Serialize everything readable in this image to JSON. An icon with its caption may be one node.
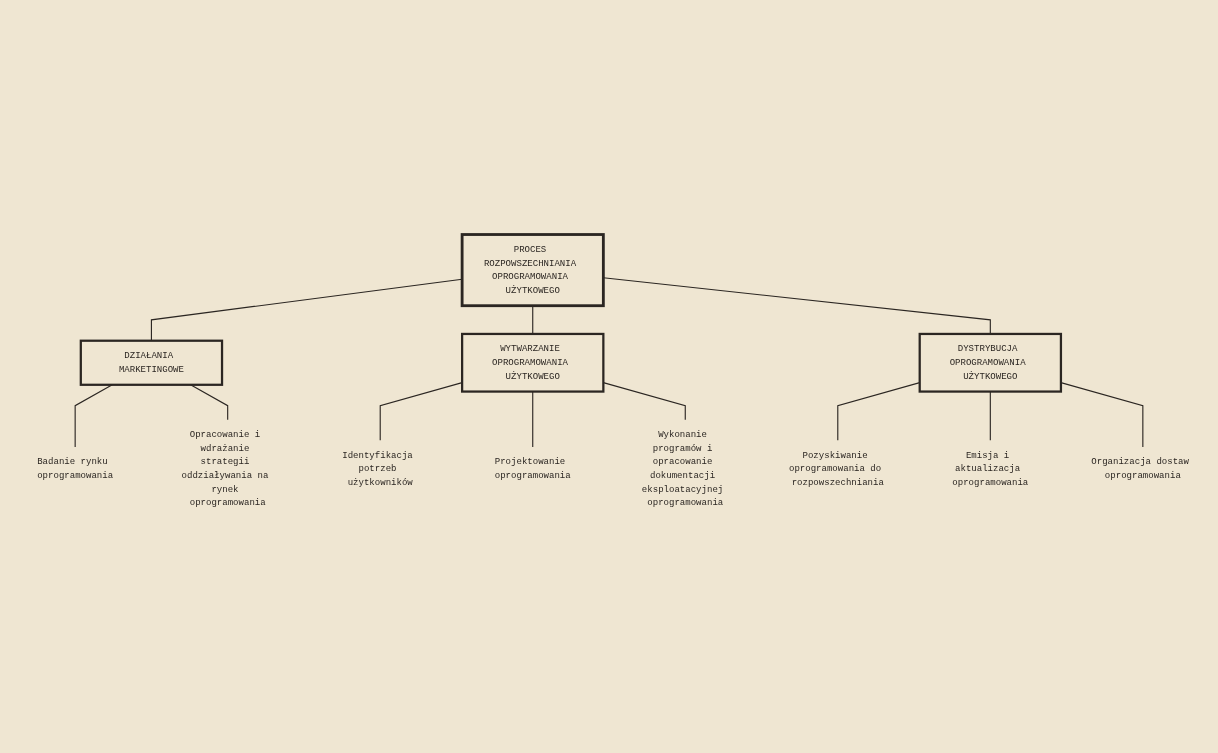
{
  "diagram": {
    "nodes": [
      {
        "text": [
          "PROCES ROZPOWSZECHNIANIA OPROGRAMOWANIA UŻYTKOWEGO"
        ]
      },
      {
        "text": [
          "DZIAŁANIA MARKETINGOWE"
        ]
      },
      {
        "text": [
          "WYTWARZANIE OPROGRAMOWANIA UŻYTKOWEGO"
        ]
      },
      {
        "text": [
          "DYSTRYBUCJA OPROGRAMOWANIA UŻYTKOWEGO"
        ]
      },
      {
        "text": [
          "Badanie rynku oprogramowania"
        ]
      },
      {
        "text": [
          "Opracowanie i wdrażanie strategii oddziaływania na rynek oprogramowania"
        ]
      },
      {
        "text": [
          "Identyfikacja potrzeb użytkowników"
        ]
      },
      {
        "text": [
          "Projektowanie oprogramowania"
        ]
      },
      {
        "text": [
          "Wykonanie programów i opracowanie dokumentacji eksploatacyjnej oprogramowania"
        ]
      },
      {
        "text": [
          "Pozyskiwanie oprogramowania do rozpowszechniania"
        ]
      },
      {
        "text": [
          "Emisja i aktualizacja oprogramowania"
        ]
      },
      {
        "text": [
          "Organizacja dostaw oprogramowania"
        ]
      }
    ],
    "edges": [
      {
        "from": 0,
        "to": 1,
        "arrow": "none"
      },
      {
        "from": 0,
        "to": 2,
        "arrow": "none"
      },
      {
        "from": 0,
        "to": 3,
        "arrow": "none"
      },
      {
        "from": 1,
        "to": 4,
        "arrow": "none"
      },
      {
        "from": 1,
        "to": 5,
        "arrow": "none"
      },
      {
        "from": 2,
        "to": 6,
        "arrow": "none"
      },
      {
        "from": 2,
        "to": 7,
        "arrow": "none"
      },
      {
        "from": 2,
        "to": 8,
        "arrow": "none"
      },
      {
        "from": 3,
        "to": 9,
        "arrow": "none"
      },
      {
        "from": 3,
        "to": 10,
        "arrow": "none"
      },
      {
        "from": 3,
        "to": 11,
        "arrow": "none"
      }
    ]
  }
}
